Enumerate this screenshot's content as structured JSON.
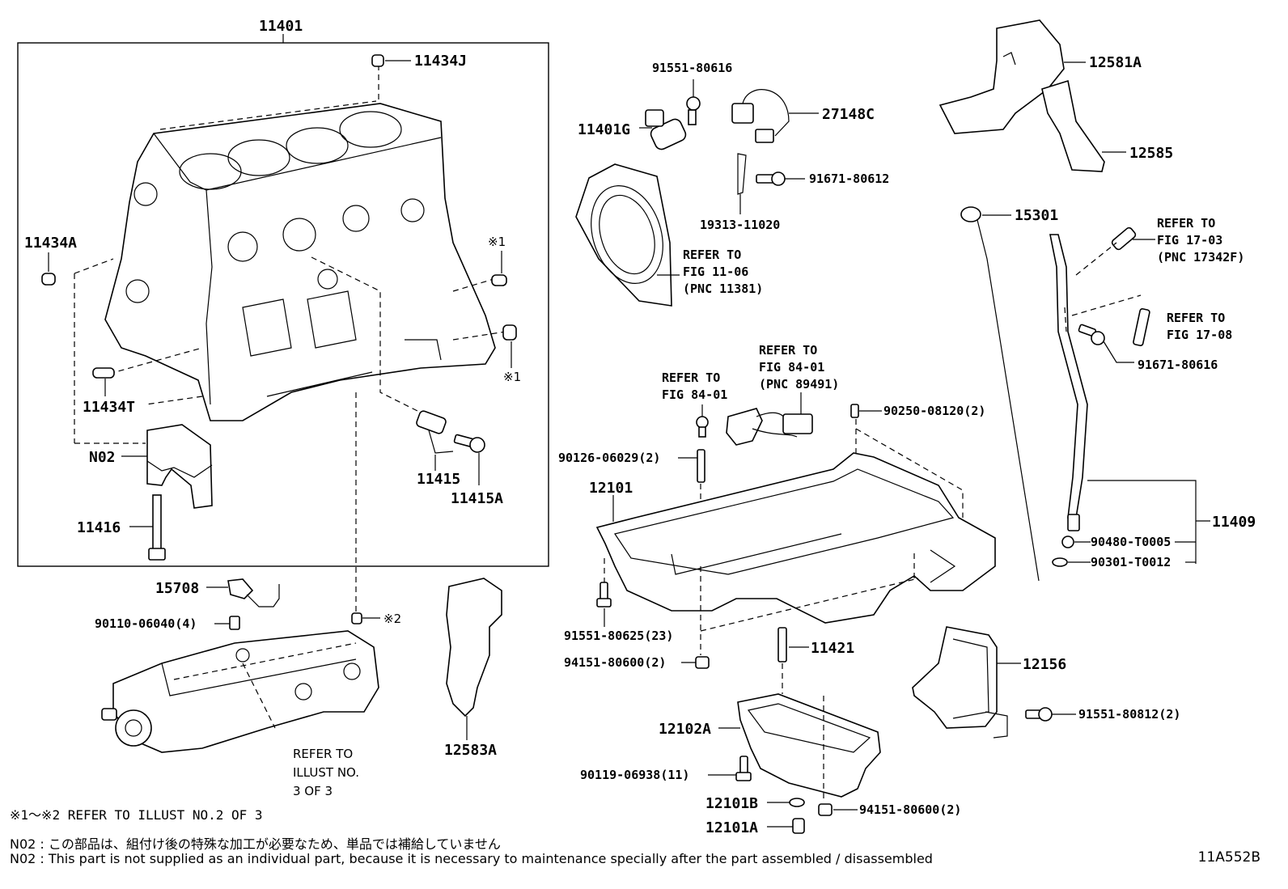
{
  "labels": {
    "l11401": "11401",
    "l11434J": "11434J",
    "l11434A": "11434A",
    "l11434T": "11434T",
    "lN02": "N02",
    "l11416": "11416",
    "l11415": "11415",
    "l11415A": "11415A",
    "lkome1a": "※1",
    "lkome1b": "※1",
    "lkome2": "※2",
    "l15708": "15708",
    "l90110": "90110-06040(4)",
    "l91551_80616": "91551-80616",
    "l11401G": "11401G",
    "l27148C": "27148C",
    "l91671_80612": "91671-80612",
    "l19313": "19313-11020",
    "ref1106_a": "REFER TO",
    "ref1106_b": "FIG 11-06",
    "ref1106_c": "(PNC 11381)",
    "l12581A": "12581A",
    "l12585": "12585",
    "l15301": "15301",
    "ref1703_a": "REFER TO",
    "ref1703_b": "FIG 17-03",
    "ref1703_c": "(PNC 17342F)",
    "ref1708_a": "REFER TO",
    "ref1708_b": "FIG 17-08",
    "l91671_80616": "91671-80616",
    "ref8401a_a": "REFER TO",
    "ref8401a_b": "FIG 84-01",
    "ref8401b_a": "REFER TO",
    "ref8401b_b": "FIG 84-01",
    "ref8401b_c": "(PNC 89491)",
    "l90250": "90250-08120(2)",
    "l90126": "90126-06029(2)",
    "l12101": "12101",
    "l11409": "11409",
    "l90480": "90480-T0005",
    "l90301": "90301-T0012",
    "l91551_80625": "91551-80625(23)",
    "l94151_a": "94151-80600(2)",
    "l11421": "11421",
    "l12156": "12156",
    "l91551_80812": "91551-80812(2)",
    "l12583A": "12583A",
    "l12102A": "12102A",
    "l90119": "90119-06938(11)",
    "l12101B": "12101B",
    "l12101A": "12101A",
    "l94151_b": "94151-80600(2)",
    "illust_a": "REFER TO",
    "illust_b": "ILLUST NO.",
    "illust_c": "3 OF 3"
  },
  "notes": {
    "symbols": "※1～※2 REFER TO ILLUST NO.2 OF 3",
    "jp": "N02 : この部品は、組付け後の特殊な加工が必要なため、単品では補給していません",
    "en": "N02 : This part is not supplied as an individual part, because it is necessary to maintenance specially after the part assembled / disassembled"
  },
  "figure_code": "11A552B"
}
